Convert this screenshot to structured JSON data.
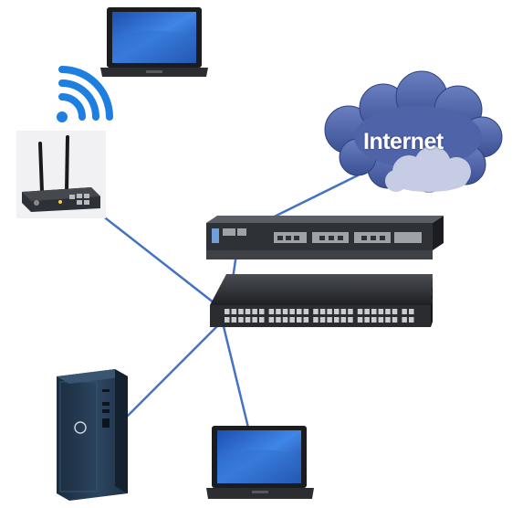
{
  "diagram": {
    "cloud_label": "Internet",
    "link_color": "#4472c4",
    "nodes": [
      {
        "id": "laptop-top",
        "icon": "laptop-icon"
      },
      {
        "id": "wifi",
        "icon": "wifi-icon"
      },
      {
        "id": "wireless-router",
        "icon": "wireless-router-icon"
      },
      {
        "id": "internet-cloud",
        "icon": "cloud-icon"
      },
      {
        "id": "router",
        "icon": "rack-router-icon"
      },
      {
        "id": "switch",
        "icon": "network-switch-icon"
      },
      {
        "id": "desktop-pc",
        "icon": "desktop-tower-icon"
      },
      {
        "id": "laptop-bottom",
        "icon": "laptop-icon"
      }
    ],
    "links": [
      {
        "from": "wireless-router",
        "to": "switch"
      },
      {
        "from": "switch",
        "to": "router"
      },
      {
        "from": "router",
        "to": "internet-cloud"
      },
      {
        "from": "switch",
        "to": "desktop-pc"
      },
      {
        "from": "switch",
        "to": "laptop-bottom"
      }
    ]
  }
}
